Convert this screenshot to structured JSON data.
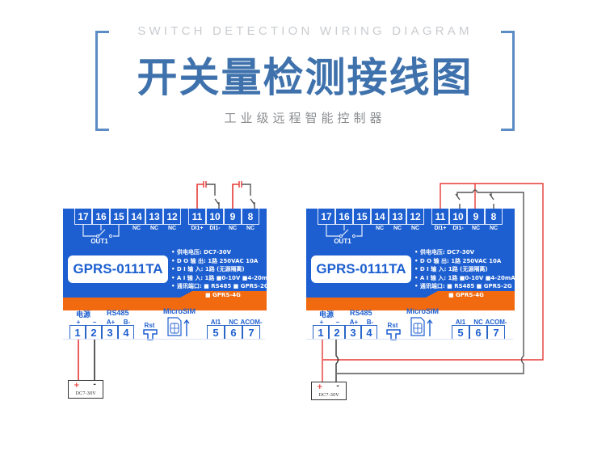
{
  "header": {
    "subtitle_en": "SWITCH DETECTION WIRING DIAGRAM",
    "title": "开关量检测接线图",
    "subtitle_cn": "工业级远程智能控制器",
    "accent_color": "#3f72ac",
    "bracket_color": "#5b8cc4"
  },
  "colors": {
    "panel_blue": "#1d5fd0",
    "stripe_orange": "#f26a10",
    "wire_positive": "#e53935",
    "wire_negative": "#444444"
  },
  "device": {
    "model": "GPRS-0111TA",
    "top_terminals": [
      {
        "num": "17",
        "label": ""
      },
      {
        "num": "16",
        "label": ""
      },
      {
        "num": "15",
        "label": ""
      },
      {
        "num": "14",
        "label": "NC"
      },
      {
        "num": "13",
        "label": "NC"
      },
      {
        "num": "12",
        "label": "NC"
      },
      {
        "num": "11",
        "label": "DI1+"
      },
      {
        "num": "10",
        "label": "DI1-"
      },
      {
        "num": "9",
        "label": "NC"
      },
      {
        "num": "8",
        "label": "NC"
      }
    ],
    "relay_label": "OUT1",
    "specs": [
      "• 供电电压: DC7-30V",
      "• D O 输 出: 1路 250VAC 10A",
      "• D I 输 入: 1路 (无源隔离)",
      "• A I 输 入: 1路 ■0-10V ■4-20mA",
      "• 通讯端口: ■ RS485 ■ GPRS-2G",
      "■ GPRS-4G"
    ],
    "bottom_groups": {
      "power": "电源",
      "rs485": "RS485",
      "microsim": "MicroSIM",
      "rst": "Rst"
    },
    "bottom_terminals": [
      {
        "num": "1",
        "label": "+"
      },
      {
        "num": "2",
        "label": "−"
      },
      {
        "num": "3",
        "label": "A+"
      },
      {
        "num": "4",
        "label": "B-"
      },
      {
        "num": "5",
        "label": "AI1"
      },
      {
        "num": "6",
        "label": "NC"
      },
      {
        "num": "7",
        "label": "ACOM-"
      }
    ]
  },
  "power_supply": {
    "plus": "+",
    "minus": "-",
    "label": "DC7-30V"
  },
  "diagrams": [
    {
      "name": "left",
      "description": "Two passive dry contacts wired between 11/10 and 9/8, powered from DC7-30V on terminals 1 and 2"
    },
    {
      "name": "right",
      "description": "Terminals 11 and 9 bridged to supply +, switches on 10 and 8 returned to supply −"
    }
  ]
}
